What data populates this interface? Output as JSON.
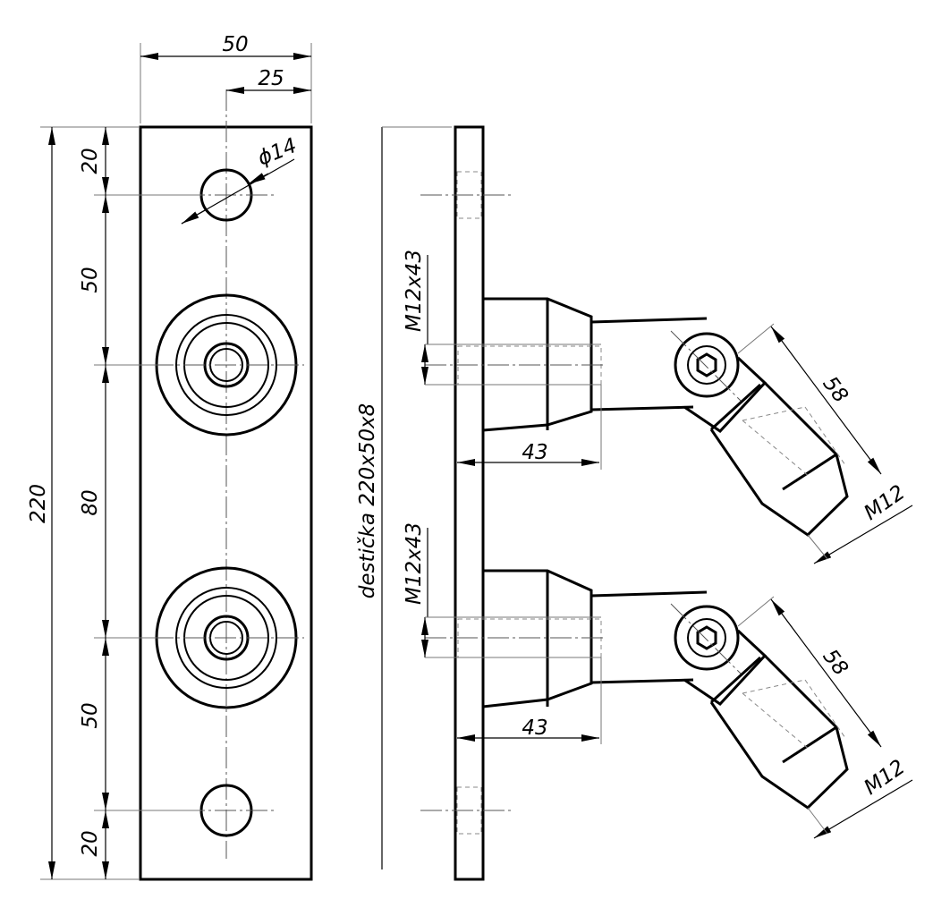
{
  "front_view": {
    "dimensions": {
      "width": "50",
      "hole_offset": "25",
      "hole_diameter": "ϕ14",
      "total_height": "220",
      "top_margin": "20",
      "upper_spacing": "50",
      "middle_spacing": "80",
      "lower_spacing": "50",
      "bottom_margin": "20"
    }
  },
  "side_view": {
    "plate_label": "destička 220x50x8",
    "upper_bolt": {
      "thread": "M12x43",
      "length": "43",
      "arm_length": "58",
      "end_thread": "M12"
    },
    "lower_bolt": {
      "thread": "M12x43",
      "length": "43",
      "arm_length": "58",
      "end_thread": "M12"
    }
  }
}
